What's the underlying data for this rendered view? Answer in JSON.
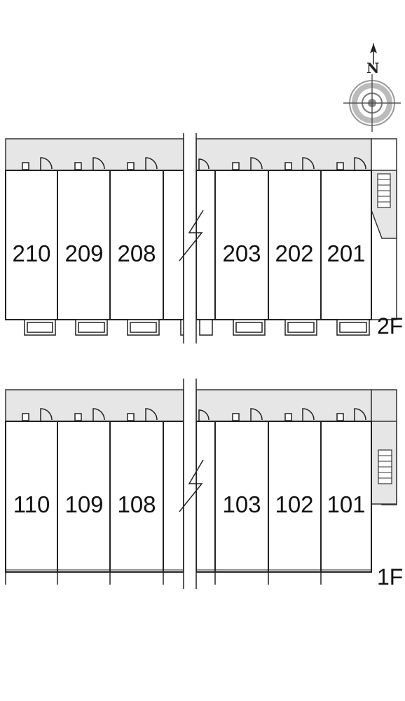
{
  "compass": {
    "north_label": "N",
    "icon": "compass-rose-icon"
  },
  "floors": [
    {
      "label": "2F",
      "units_left": [
        "210",
        "209",
        "208"
      ],
      "units_right": [
        "203",
        "202",
        "201"
      ]
    },
    {
      "label": "1F",
      "units_left": [
        "110",
        "109",
        "108"
      ],
      "units_right": [
        "103",
        "102",
        "101"
      ]
    }
  ],
  "colors": {
    "line": "#333333",
    "corridor": "#e6e6e6",
    "background": "#ffffff"
  }
}
